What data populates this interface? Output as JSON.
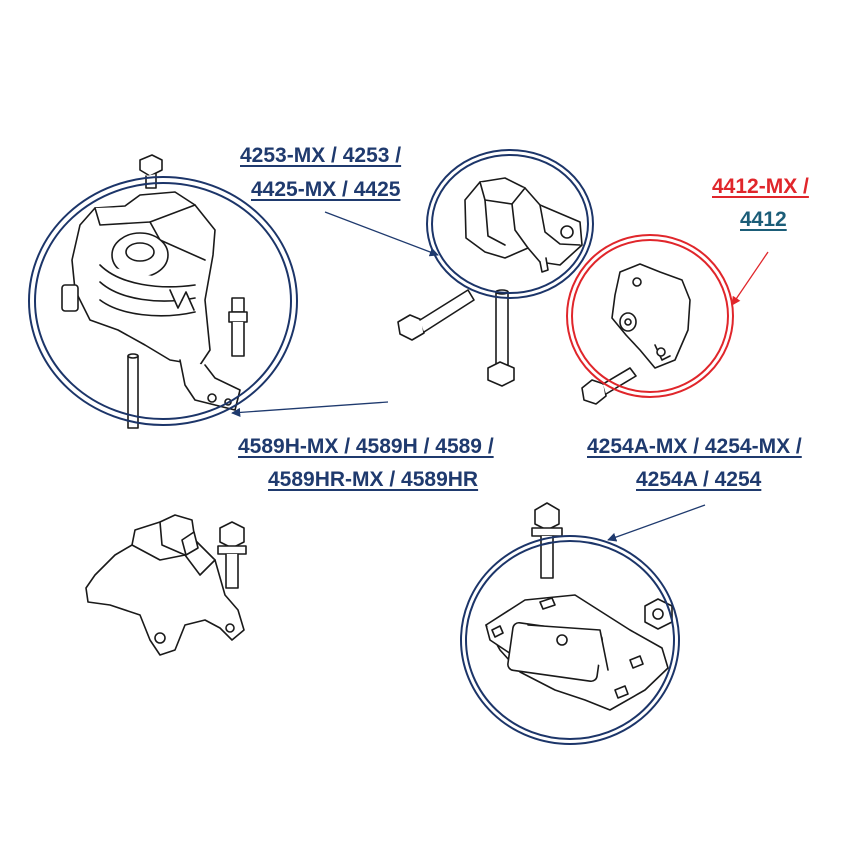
{
  "colors": {
    "navy": "#1f3a6e",
    "red": "#e0262b",
    "teal": "#1b5d78",
    "ink": "#1a1a1a",
    "halo": "#1c3569"
  },
  "labels": {
    "upper_mount": {
      "line1": "4253-MX / 4253 /",
      "line2": "4425-MX / 4425"
    },
    "torque_mount": {
      "line1": "4412-MX /",
      "line2": "4412"
    },
    "right_mount": {
      "line1": "4589H-MX / 4589H / 4589 /",
      "line2": "4589HR-MX / 4589HR"
    },
    "trans_mount": {
      "line1": "4254A-MX / 4254-MX /",
      "line2": "4254A / 4254"
    }
  }
}
